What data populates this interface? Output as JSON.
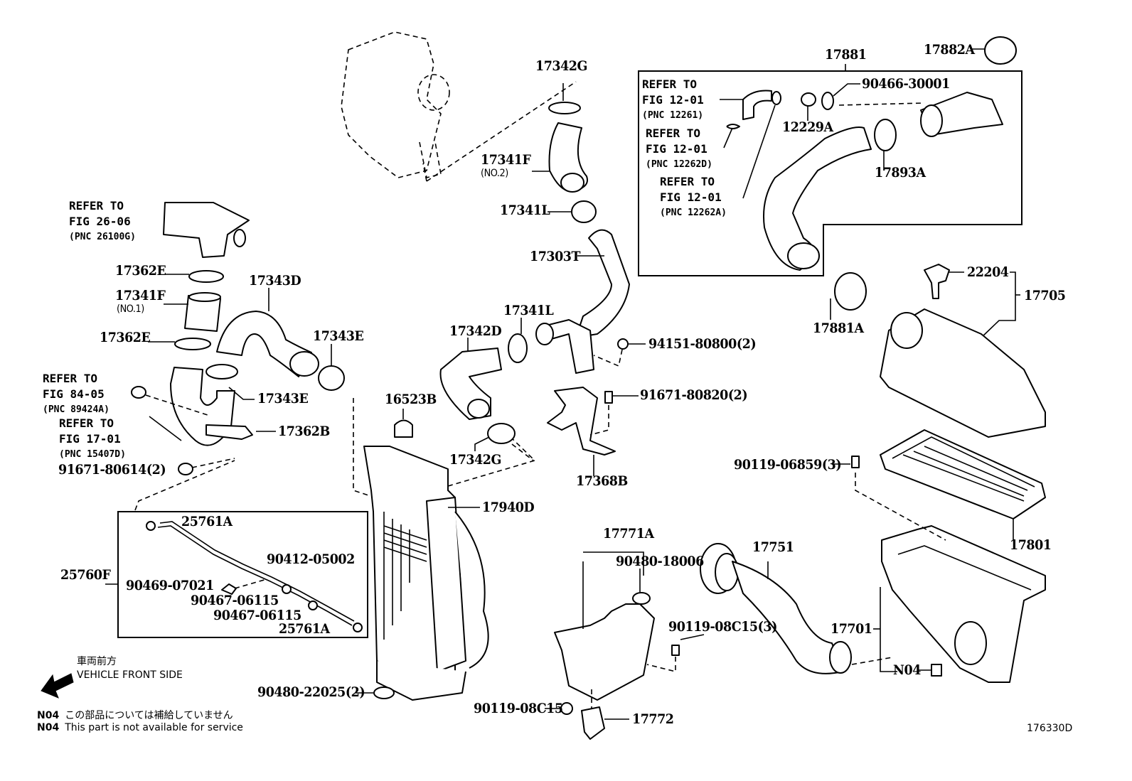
{
  "figure": {
    "id": "176330D",
    "direction": {
      "jp": "車両前方",
      "en": "VEHICLE FRONT SIDE"
    },
    "notes": [
      {
        "code": "N04",
        "text": "この部品については補給していません"
      },
      {
        "code": "N04",
        "text": "This part is not available for service"
      }
    ]
  },
  "refs": [
    {
      "line1": "REFER TO",
      "line2": "FIG 26-06",
      "pnc": "(PNC 26100G)"
    },
    {
      "line1": "REFER TO",
      "line2": "FIG 84-05",
      "pnc": "(PNC 89424A)"
    },
    {
      "line1": "REFER TO",
      "line2": "FIG 17-01",
      "pnc": "(PNC 15407D)"
    },
    {
      "line1": "REFER TO",
      "line2": "FIG 12-01",
      "pnc": "(PNC 12261)"
    },
    {
      "line1": "REFER TO",
      "line2": "FIG 12-01",
      "pnc": "(PNC 12262D)"
    },
    {
      "line1": "REFER TO",
      "line2": "FIG 12-01",
      "pnc": "(PNC 12262A)"
    }
  ],
  "parts": {
    "p17342G_top": "17342G",
    "p17341F_no2": "17341F",
    "p17341F_no2_sub": "(NO.2)",
    "p17341L_top": "17341L",
    "p17303T": "17303T",
    "p17362E_top": "17362E",
    "p17341F_no1": "17341F",
    "p17341F_no1_sub": "(NO.1)",
    "p17362E_bot": "17362E",
    "p17343D": "17343D",
    "p17343E_right": "17343E",
    "p17343E_left": "17343E",
    "p17362B": "17362B",
    "p91671_80614": "91671-80614(2)",
    "p17342D": "17342D",
    "p17341L_mid": "17341L",
    "p94151_80800": "94151-80800(2)",
    "p91671_80820": "91671-80820(2)",
    "p16523B": "16523B",
    "p17342G_bot": "17342G",
    "p17368B": "17368B",
    "p17940D": "17940D",
    "p25761A_top": "25761A",
    "p25760F": "25760F",
    "p90412_05002": "90412-05002",
    "p90469_07021": "90469-07021",
    "p90467_06115_a": "90467-06115",
    "p90467_06115_b": "90467-06115",
    "p25761A_bot": "25761A",
    "p90480_22025": "90480-22025(2)",
    "p17771A": "17771A",
    "p90480_18006": "90480-18006",
    "p90119_08C15_3": "90119-08C15(3)",
    "p90119_08C15": "90119-08C15",
    "p17772": "17772",
    "p17751": "17751",
    "p17881": "17881",
    "p17882A": "17882A",
    "p90466_30001": "90466-30001",
    "p12229A": "12229A",
    "p17893A": "17893A",
    "p17881A": "17881A",
    "p22204": "22204",
    "p17705": "17705",
    "p90119_06859": "90119-06859(3)",
    "p17801": "17801",
    "p17701": "17701",
    "pN04": "N04"
  }
}
